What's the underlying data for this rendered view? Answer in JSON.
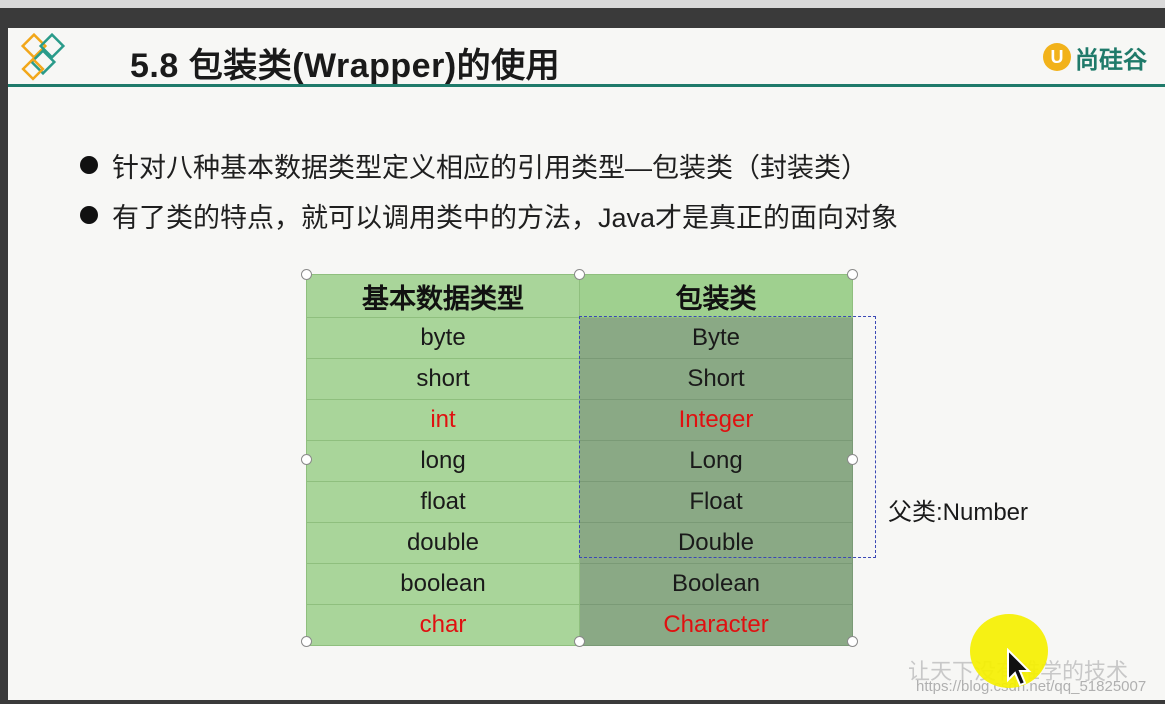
{
  "slide": {
    "title": "5.8  包装类(Wrapper)的使用",
    "brand": "尚硅谷",
    "brand_mark": "U",
    "bullets": [
      "针对八种基本数据类型定义相应的引用类型—包装类（封装类）",
      "有了类的特点，就可以调用类中的方法，Java才是真正的面向对象"
    ],
    "table": {
      "headers": [
        "基本数据类型",
        "包装类"
      ],
      "rows": [
        {
          "primitive": "byte",
          "wrapper": "Byte",
          "highlight": false
        },
        {
          "primitive": "short",
          "wrapper": "Short",
          "highlight": false
        },
        {
          "primitive": "int",
          "wrapper": "Integer",
          "highlight": true
        },
        {
          "primitive": "long",
          "wrapper": "Long",
          "highlight": false
        },
        {
          "primitive": "float",
          "wrapper": "Float",
          "highlight": false
        },
        {
          "primitive": "double",
          "wrapper": "Double",
          "highlight": false
        },
        {
          "primitive": "boolean",
          "wrapper": "Boolean",
          "highlight": false
        },
        {
          "primitive": "char",
          "wrapper": "Character",
          "highlight": true
        }
      ]
    },
    "parent_note": "父类:Number",
    "watermark": "让天下没有难学的技术",
    "watermark_url": "https://blog.csdn.net/qq_51825007"
  },
  "colors": {
    "header_rule": "#1f7a6a",
    "highlight_text": "#e01010",
    "primitive_col": "#a9d59a",
    "wrapper_col": "#8aa985",
    "dashed_box": "#3b48b5",
    "cursor_highlight": "#f5f000"
  },
  "icons": {
    "logo": "diamond-logo-icon",
    "brand": "brand-logo-icon",
    "cursor": "mouse-cursor-icon"
  }
}
